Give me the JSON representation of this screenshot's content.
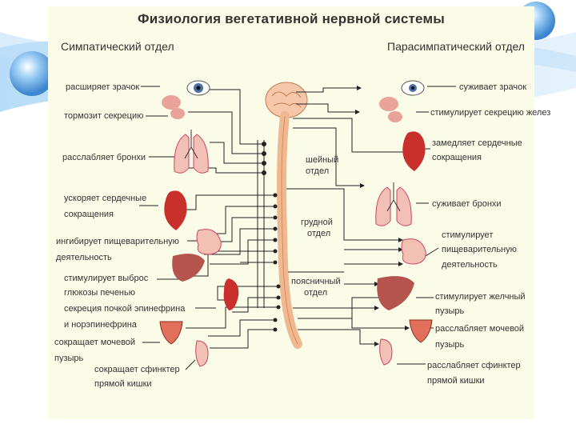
{
  "title": "Физиология вегетативной нервной системы",
  "sympathetic": {
    "heading": "Симпатический отдел",
    "labels": [
      "расширяет зрачок",
      "тормозит секрецию",
      "расслабляет бронхи",
      "ускоряет сердечные",
      "сокращения",
      "ингибирует пищеварительную",
      "деятельность",
      "стимулирует выброс",
      "глюкозы печенью",
      "секреция почкой эпинефрина",
      "и норэпинефрина",
      "сокращает мочевой",
      "пузырь",
      "сокращает сфинктер",
      "прямой кишки"
    ]
  },
  "parasympathetic": {
    "heading": "Парасимпатический отдел",
    "labels": [
      "суживает зрачок",
      "стимулирует секрецию желез",
      "замедляет сердечные",
      "сокращения",
      "суживает бронхи",
      "стимулирует",
      "пищеварительную",
      "деятельность",
      "стимулирует желчный",
      "пузырь",
      "расслабляет мочевой",
      "пузырь",
      "расслабляет сфинктер",
      "прямой кишки"
    ]
  },
  "spine_segments": [
    "шейный",
    "отдел",
    "грудной",
    "отдел",
    "поясничный",
    "отдел"
  ],
  "colors": {
    "organ": "#d9534f",
    "organ_light": "#f2b8b0",
    "line": "#222222",
    "swoosh": "#5aa9e6"
  }
}
